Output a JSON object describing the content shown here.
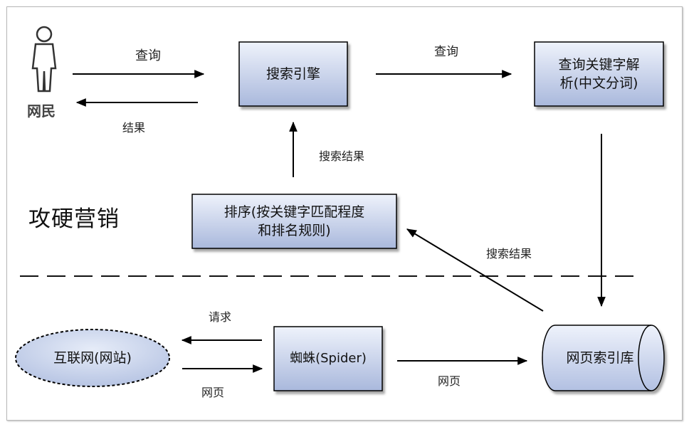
{
  "user": {
    "label": "网民"
  },
  "nodes": {
    "search_engine": "搜索引擎",
    "query_parse_line1": "查询关键字解",
    "query_parse_line2": "析(中文分词)",
    "ranking_line1": "排序(按关键字匹配程度",
    "ranking_line2": "和排名规则)",
    "internet": "互联网(网站)",
    "spider": "蜘蛛(Spider)",
    "index_db": "网页索引库"
  },
  "edges": {
    "user_query": "查询",
    "user_result": "结果",
    "engine_query": "查询",
    "rank_to_engine": "搜索结果",
    "index_to_rank": "搜索结果",
    "spider_request": "请求",
    "web_to_spider": "网页",
    "spider_to_index": "网页"
  },
  "brand": "攻硬营销",
  "colors": {
    "box_fill_top": "#e6ecf8",
    "box_fill_bottom": "#aebcdf",
    "stroke": "#000000",
    "dash": "#111111"
  }
}
